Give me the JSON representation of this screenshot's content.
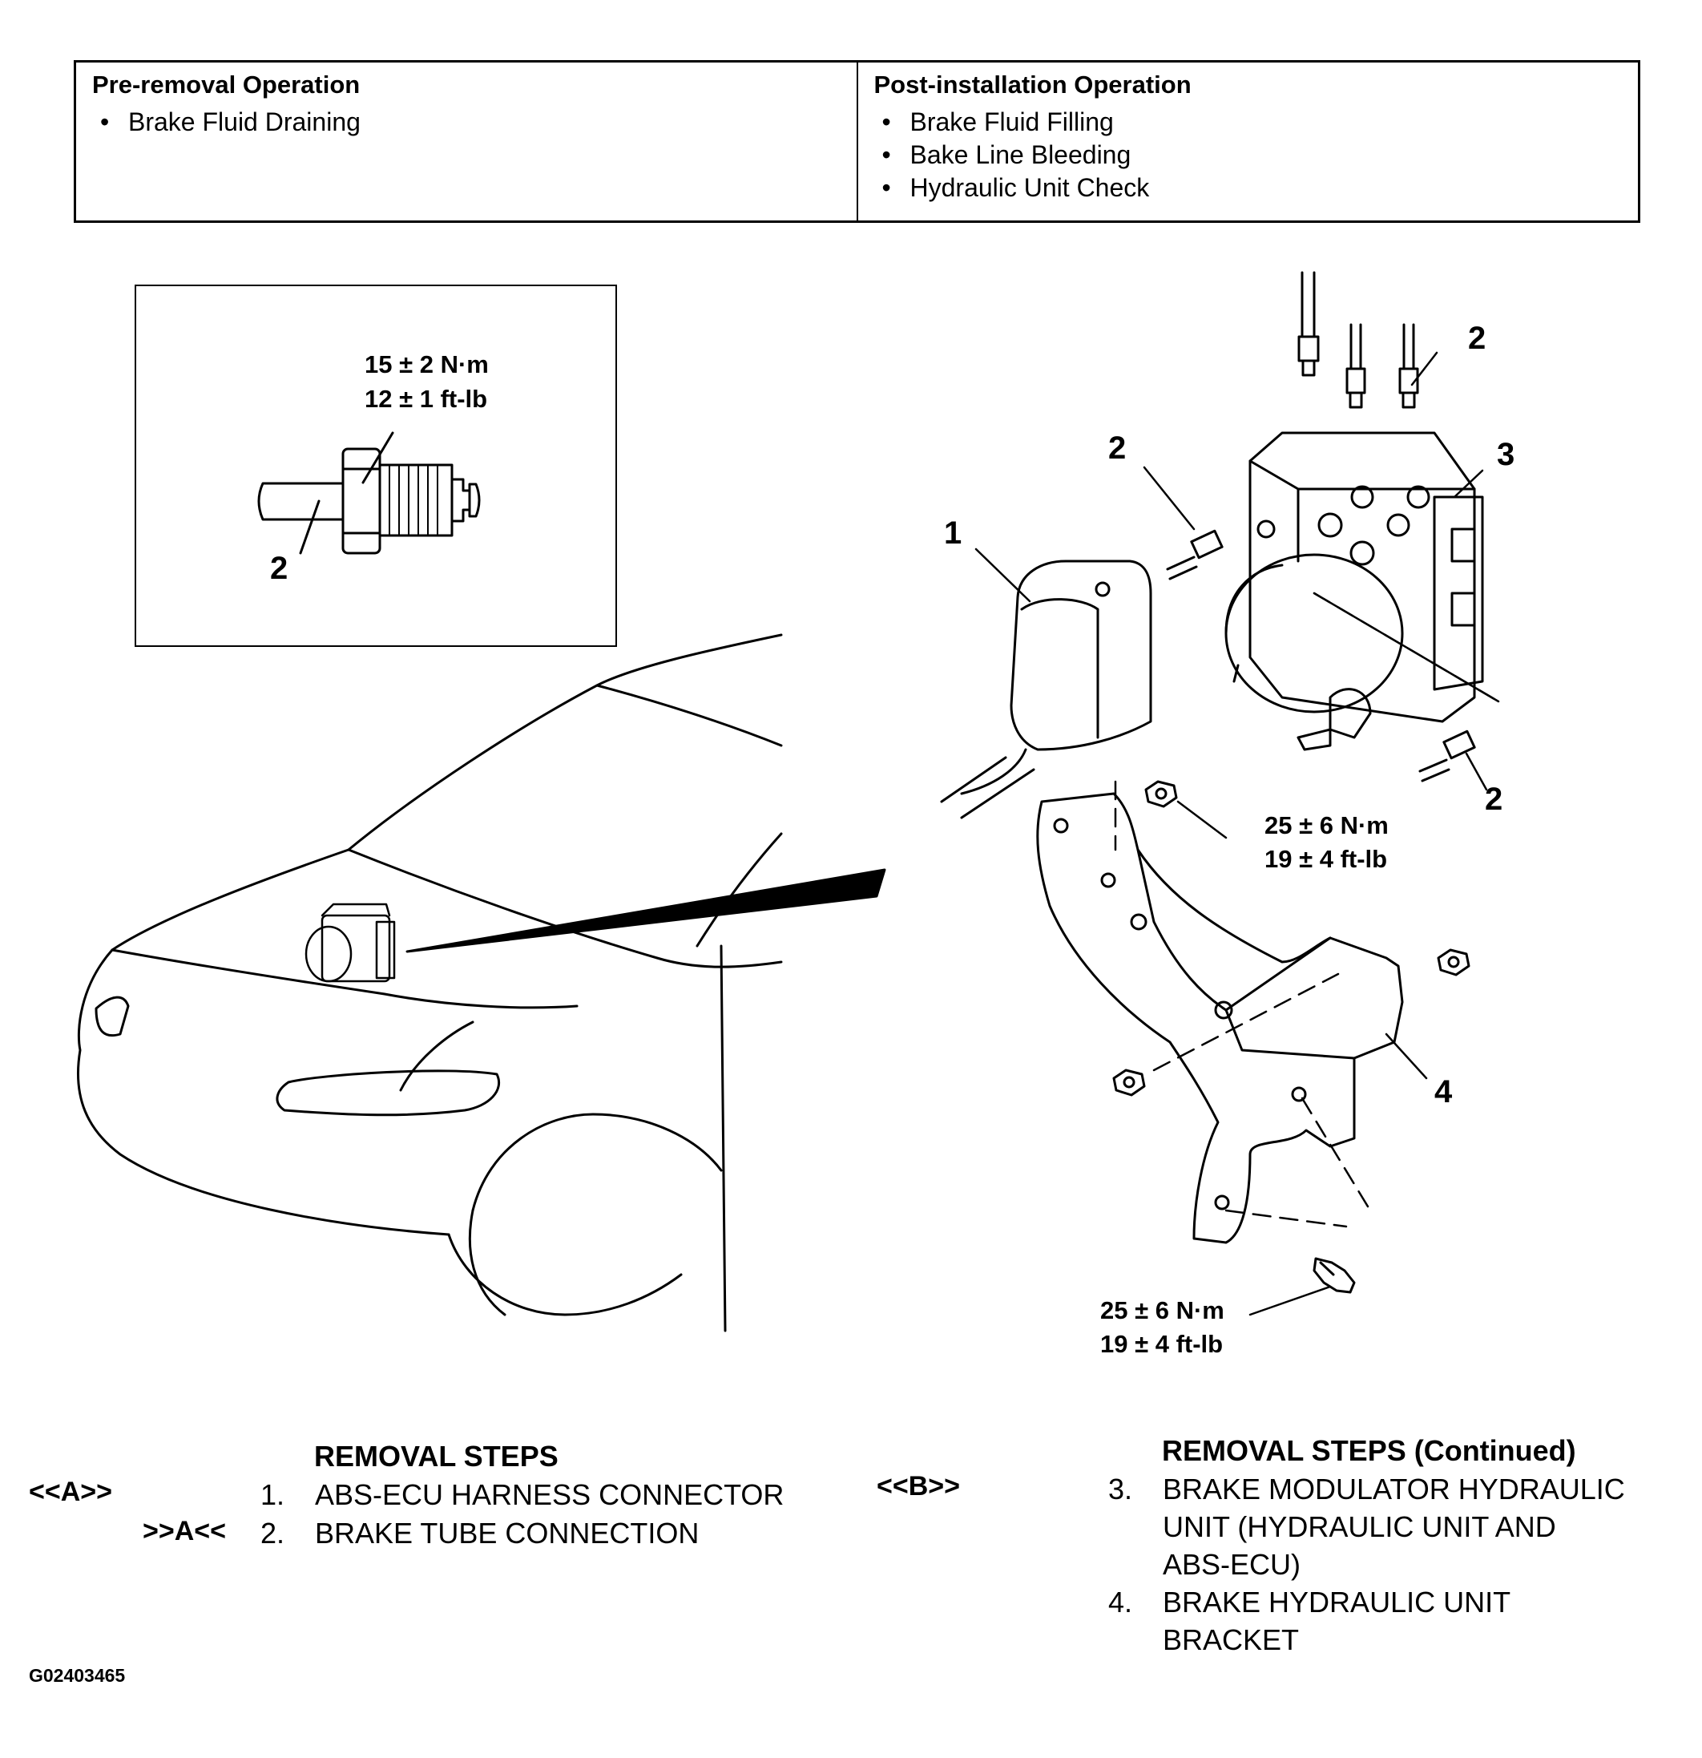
{
  "operations": {
    "pre_removal": {
      "heading": "Pre-removal Operation",
      "items": [
        "Brake Fluid Draining"
      ]
    },
    "post_installation": {
      "heading": "Post-installation Operation",
      "items": [
        "Brake Fluid Filling",
        "Bake Line Bleeding",
        "Hydraulic Unit Check"
      ]
    }
  },
  "diagram": {
    "inset_torque": {
      "nm": "15 ± 2 N·m",
      "ftlb": "12 ± 1 ft-lb"
    },
    "bracket_torque_upper": {
      "nm": "25 ± 6 N·m",
      "ftlb": "19 ± 4 ft-lb"
    },
    "bracket_torque_lower": {
      "nm": "25 ± 6 N·m",
      "ftlb": "19 ± 4 ft-lb"
    },
    "callouts": {
      "inset": "2",
      "tube_top": "2",
      "tube_left": "2",
      "tube_right": "2",
      "connector": "1",
      "hydraulic_unit": "3",
      "bracket": "4"
    }
  },
  "removal_steps": {
    "heading": "REMOVAL STEPS",
    "steps": [
      {
        "mark": "<<A>>",
        "num": "1.",
        "text": "ABS-ECU HARNESS CONNECTOR"
      },
      {
        "mark": ">>A<<",
        "num": "2.",
        "text": "BRAKE TUBE CONNECTION"
      }
    ]
  },
  "removal_steps_continued": {
    "heading": "REMOVAL STEPS (Continued)",
    "mark": "<<B>>",
    "steps": [
      {
        "num": "3.",
        "lines": [
          "BRAKE MODULATOR HYDRAULIC",
          "UNIT (HYDRAULIC UNIT AND",
          "ABS-ECU)"
        ]
      },
      {
        "num": "4.",
        "lines": [
          "BRAKE HYDRAULIC UNIT",
          "BRACKET"
        ]
      }
    ]
  },
  "figure_id": "G02403465"
}
